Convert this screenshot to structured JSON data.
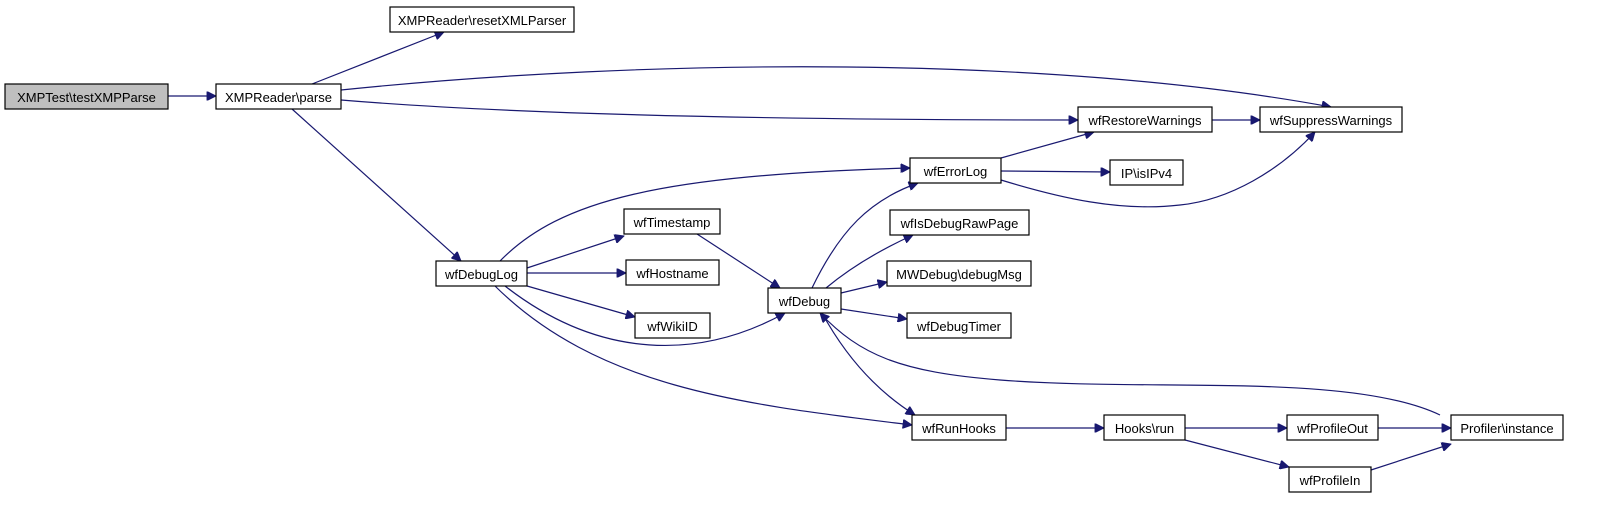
{
  "nodes": [
    {
      "id": "root",
      "label": "XMPTest\\testXMPParse",
      "root": true
    },
    {
      "id": "parse",
      "label": "XMPReader\\parse"
    },
    {
      "id": "reset",
      "label": "XMPReader\\resetXMLParser"
    },
    {
      "id": "suppress",
      "label": "wfSuppressWarnings"
    },
    {
      "id": "restore",
      "label": "wfRestoreWarnings"
    },
    {
      "id": "errorlog",
      "label": "wfErrorLog"
    },
    {
      "id": "isipv4",
      "label": "IP\\isIPv4"
    },
    {
      "id": "isdebugraw",
      "label": "wfIsDebugRawPage"
    },
    {
      "id": "mwdebug",
      "label": "MWDebug\\debugMsg"
    },
    {
      "id": "debugtimer",
      "label": "wfDebugTimer"
    },
    {
      "id": "timestamp",
      "label": "wfTimestamp"
    },
    {
      "id": "hostname",
      "label": "wfHostname"
    },
    {
      "id": "wikiid",
      "label": "wfWikiID"
    },
    {
      "id": "debuglog",
      "label": "wfDebugLog"
    },
    {
      "id": "debug",
      "label": "wfDebug"
    },
    {
      "id": "runhooks",
      "label": "wfRunHooks"
    },
    {
      "id": "hooksrun",
      "label": "Hooks\\run"
    },
    {
      "id": "profileout",
      "label": "wfProfileOut"
    },
    {
      "id": "profilein",
      "label": "wfProfileIn"
    },
    {
      "id": "profiler",
      "label": "Profiler\\instance"
    }
  ],
  "edges": [
    {
      "from": "root",
      "to": "parse"
    },
    {
      "from": "parse",
      "to": "reset"
    },
    {
      "from": "parse",
      "to": "suppress"
    },
    {
      "from": "parse",
      "to": "restore"
    },
    {
      "from": "parse",
      "to": "debuglog"
    },
    {
      "from": "restore",
      "to": "suppress"
    },
    {
      "from": "errorlog",
      "to": "restore"
    },
    {
      "from": "errorlog",
      "to": "isipv4"
    },
    {
      "from": "errorlog",
      "to": "suppress"
    },
    {
      "from": "debuglog",
      "to": "errorlog"
    },
    {
      "from": "debuglog",
      "to": "timestamp"
    },
    {
      "from": "debuglog",
      "to": "hostname"
    },
    {
      "from": "debuglog",
      "to": "wikiid"
    },
    {
      "from": "debuglog",
      "to": "debug"
    },
    {
      "from": "debuglog",
      "to": "runhooks"
    },
    {
      "from": "timestamp",
      "to": "debug"
    },
    {
      "from": "debug",
      "to": "errorlog"
    },
    {
      "from": "debug",
      "to": "isdebugraw"
    },
    {
      "from": "debug",
      "to": "mwdebug"
    },
    {
      "from": "debug",
      "to": "debugtimer"
    },
    {
      "from": "debug",
      "to": "runhooks"
    },
    {
      "from": "runhooks",
      "to": "hooksrun"
    },
    {
      "from": "hooksrun",
      "to": "profileout"
    },
    {
      "from": "hooksrun",
      "to": "profilein"
    },
    {
      "from": "profileout",
      "to": "profiler"
    },
    {
      "from": "profilein",
      "to": "profiler"
    },
    {
      "from": "profiler",
      "to": "debug"
    }
  ],
  "colors": {
    "edge": "#191970",
    "root_fill": "#bfbfbf",
    "node_fill": "#ffffff",
    "border": "#000000"
  }
}
